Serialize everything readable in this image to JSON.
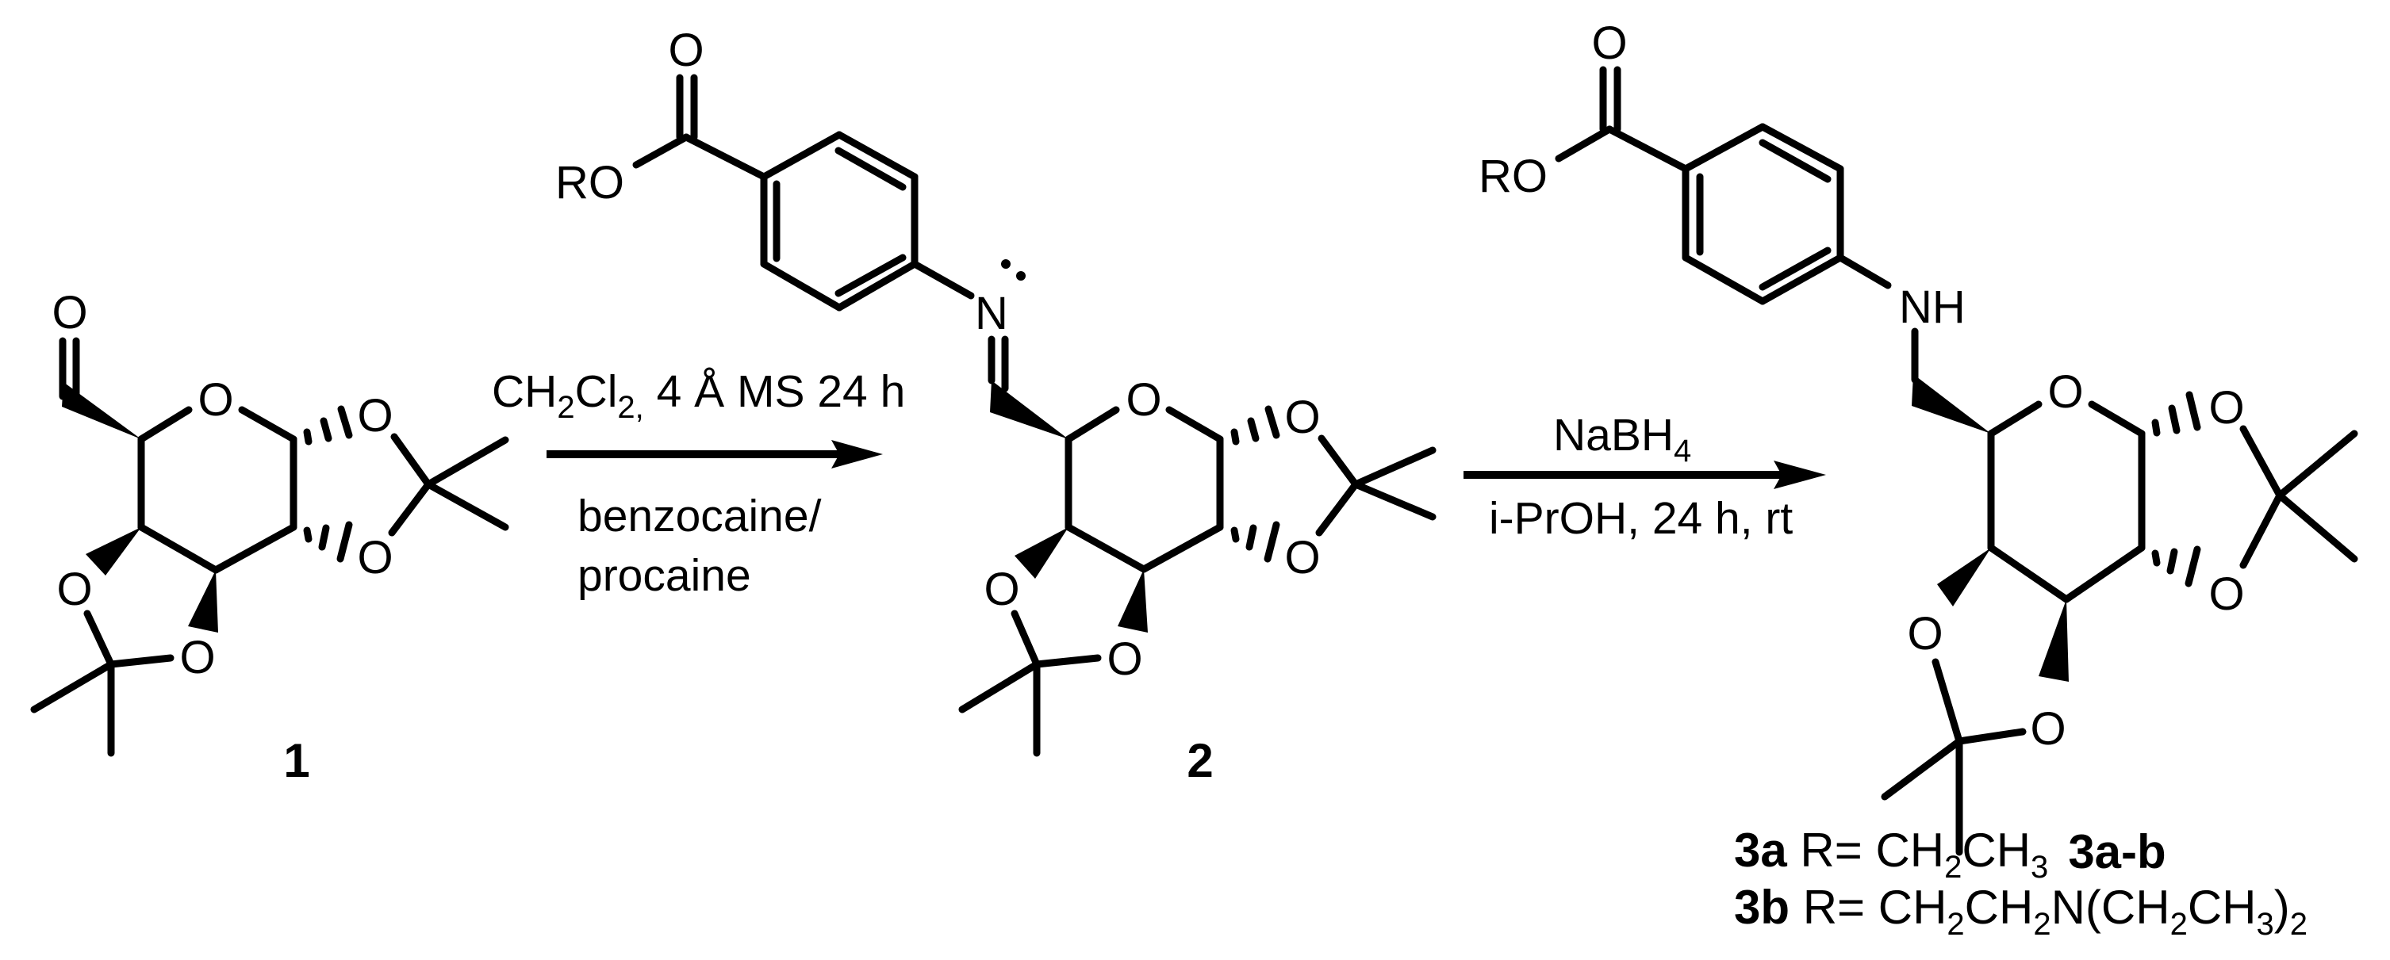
{
  "scheme": {
    "title": "Synthesis of benzocaine/procaine-galactose conjugates via imine formation and reduction",
    "compounds": [
      {
        "id": "1",
        "label": "1",
        "atoms": {
          "aldehyde_O": "O",
          "ring_O": "O",
          "acetonide_O": [
            "O",
            "O",
            "O",
            "O"
          ]
        }
      },
      {
        "id": "2",
        "label": "2",
        "atoms": {
          "ester": "RO",
          "carbonyl_O": "O",
          "imine_N": "N",
          "ring_O": "O",
          "acetonide_O": [
            "O",
            "O",
            "O",
            "O"
          ]
        }
      },
      {
        "id": "3a-b",
        "label": "3a-b",
        "atoms": {
          "ester": "RO",
          "carbonyl_O": "O",
          "amine": "NH",
          "ring_O": "O",
          "acetonide_O": [
            "O",
            "O",
            "O",
            "O"
          ]
        }
      }
    ],
    "steps": [
      {
        "from": "1",
        "to": "2",
        "above": {
          "main": "CH",
          "sub1": "2",
          "mid": "Cl",
          "sub2": "2,",
          "rest": " 4 Å MS 24 h"
        },
        "below": [
          "benzocaine/",
          "procaine"
        ]
      },
      {
        "from": "2",
        "to": "3a-b",
        "above": {
          "main": "NaBH",
          "sub": "4"
        },
        "below": [
          "i-PrOH, 24 h, rt"
        ]
      }
    ],
    "legend": [
      {
        "id": "3a",
        "prefix": "R= ",
        "parts": [
          [
            "CH",
            ""
          ],
          [
            "2",
            "sub"
          ],
          [
            "CH",
            ""
          ],
          [
            "3",
            "sub"
          ]
        ]
      },
      {
        "id": "3b",
        "prefix": "R= ",
        "parts": [
          [
            "CH",
            ""
          ],
          [
            "2",
            "sub"
          ],
          [
            "CH",
            ""
          ],
          [
            "2",
            "sub"
          ],
          [
            "N(CH",
            ""
          ],
          [
            "2",
            "sub"
          ],
          [
            "CH",
            ""
          ],
          [
            "3",
            "sub"
          ],
          [
            ")",
            ""
          ],
          [
            "2",
            "sub"
          ]
        ]
      }
    ]
  },
  "atoms": {
    "O": "O",
    "N": "N",
    "NH": "NH",
    "RO": "RO"
  },
  "labels": {
    "c1": "1",
    "c2": "2",
    "c3": "3a-b"
  },
  "conditions": {
    "step1_ch": "CH",
    "step1_sub1": "2",
    "step1_cl": "Cl",
    "step1_sub2": "2,",
    "step1_rest": " 4 Å MS 24 h",
    "step1_below1": "benzocaine/",
    "step1_below2": "procaine",
    "step2_main": "NaBH",
    "step2_sub": "4",
    "step2_below": "i-PrOH, 24 h, rt"
  },
  "legend": {
    "a_id": "3a",
    "a_r": " R= CH",
    "a_s1": "2",
    "a_c": "CH",
    "a_s2": "3",
    "b_id": "3b",
    "b_r": " R= CH",
    "b_s1": "2",
    "b_c1": "CH",
    "b_s2": "2",
    "b_n": "N(CH",
    "b_s3": "2",
    "b_c2": "CH",
    "b_s4": "3",
    "b_p": ")",
    "b_s5": "2"
  }
}
